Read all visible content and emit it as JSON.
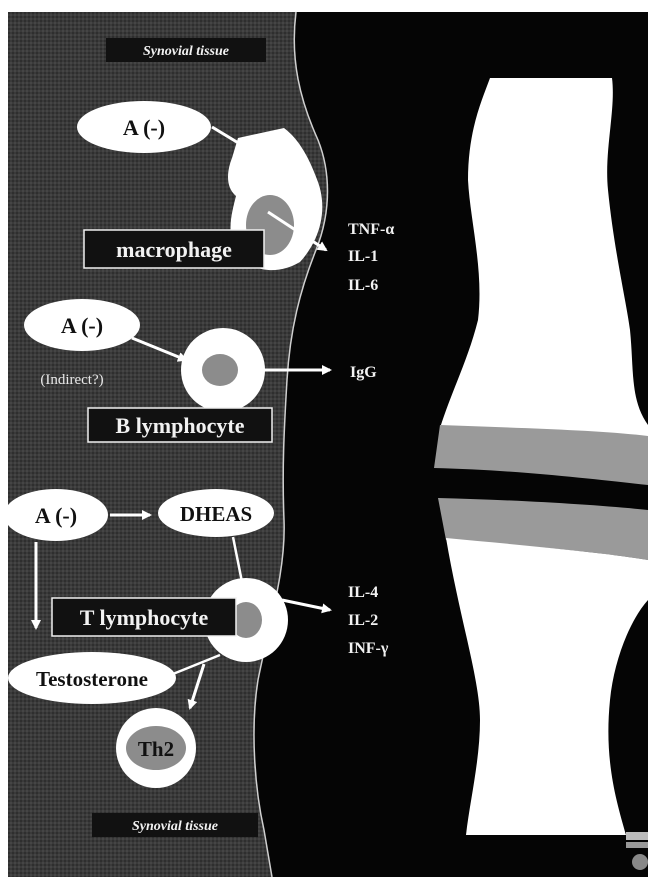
{
  "diagram": {
    "tissue_top_label": "Synovial tissue",
    "tissue_bottom_label": "Synovial tissue",
    "macrophage": {
      "antagonist": "A (-)",
      "cell_label": "macrophage",
      "cytokines": [
        "TNF-α",
        "IL-1",
        "IL-6"
      ]
    },
    "b_cell": {
      "antagonist": "A (-)",
      "note": "(Indirect?)",
      "cell_label": "B lymphocyte",
      "product": "IgG"
    },
    "t_cell": {
      "antagonist": "A (-)",
      "precursor": "DHEAS",
      "cell_label": "T lymphocyte",
      "hormone": "Testosterone",
      "subset": "Th2",
      "cytokines": [
        "IL-4",
        "IL-2",
        "INF-γ"
      ]
    }
  },
  "colors": {
    "synovium": "#3a3a3a",
    "joint_space": "#050505",
    "bone": "#ffffff",
    "cartilage": "#9a9a9a",
    "nucleus": "#8c8c8c",
    "label_fill": "#ffffff"
  }
}
